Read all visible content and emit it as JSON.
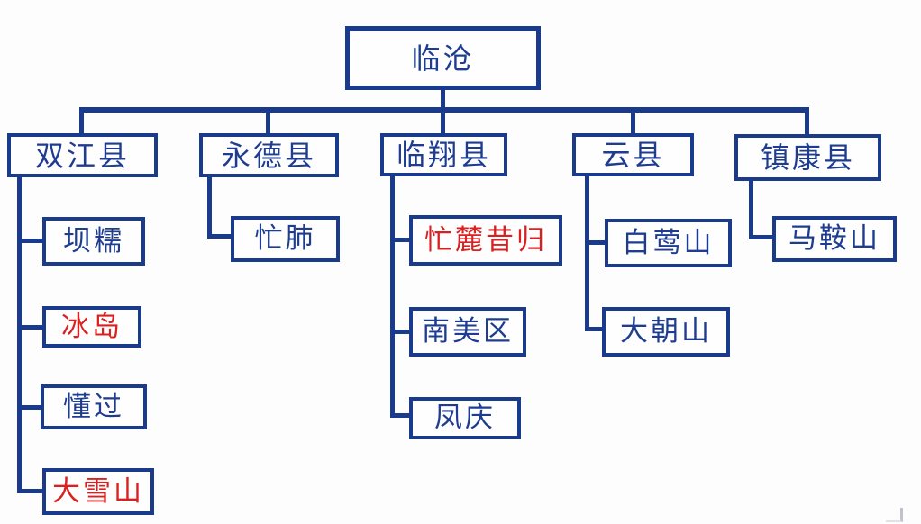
{
  "diagram": {
    "type": "tree",
    "root": {
      "label": "临沧",
      "color": "blue"
    },
    "branches": [
      {
        "label": "双江县",
        "color": "blue",
        "children": [
          {
            "label": "坝糯",
            "color": "blue"
          },
          {
            "label": "冰岛",
            "color": "red"
          },
          {
            "label": "懂过",
            "color": "blue"
          },
          {
            "label": "大雪山",
            "color": "red"
          }
        ]
      },
      {
        "label": "永德县",
        "color": "blue",
        "children": [
          {
            "label": "忙肺",
            "color": "blue"
          }
        ]
      },
      {
        "label": "临翔县",
        "color": "blue",
        "children": [
          {
            "label": "忙麓昔归",
            "color": "red"
          },
          {
            "label": "南美区",
            "color": "blue"
          },
          {
            "label": "凤庆",
            "color": "blue"
          }
        ]
      },
      {
        "label": "云县",
        "color": "blue",
        "children": [
          {
            "label": "白莺山",
            "color": "blue"
          },
          {
            "label": "大朝山",
            "color": "blue"
          }
        ]
      },
      {
        "label": "镇康县",
        "color": "blue",
        "children": [
          {
            "label": "马鞍山",
            "color": "blue"
          }
        ]
      }
    ],
    "colors": {
      "line_navy": "#1a3a8c",
      "text_navy": "#1e3d90",
      "text_red": "#d92121",
      "background": "#fdfdfe"
    }
  }
}
